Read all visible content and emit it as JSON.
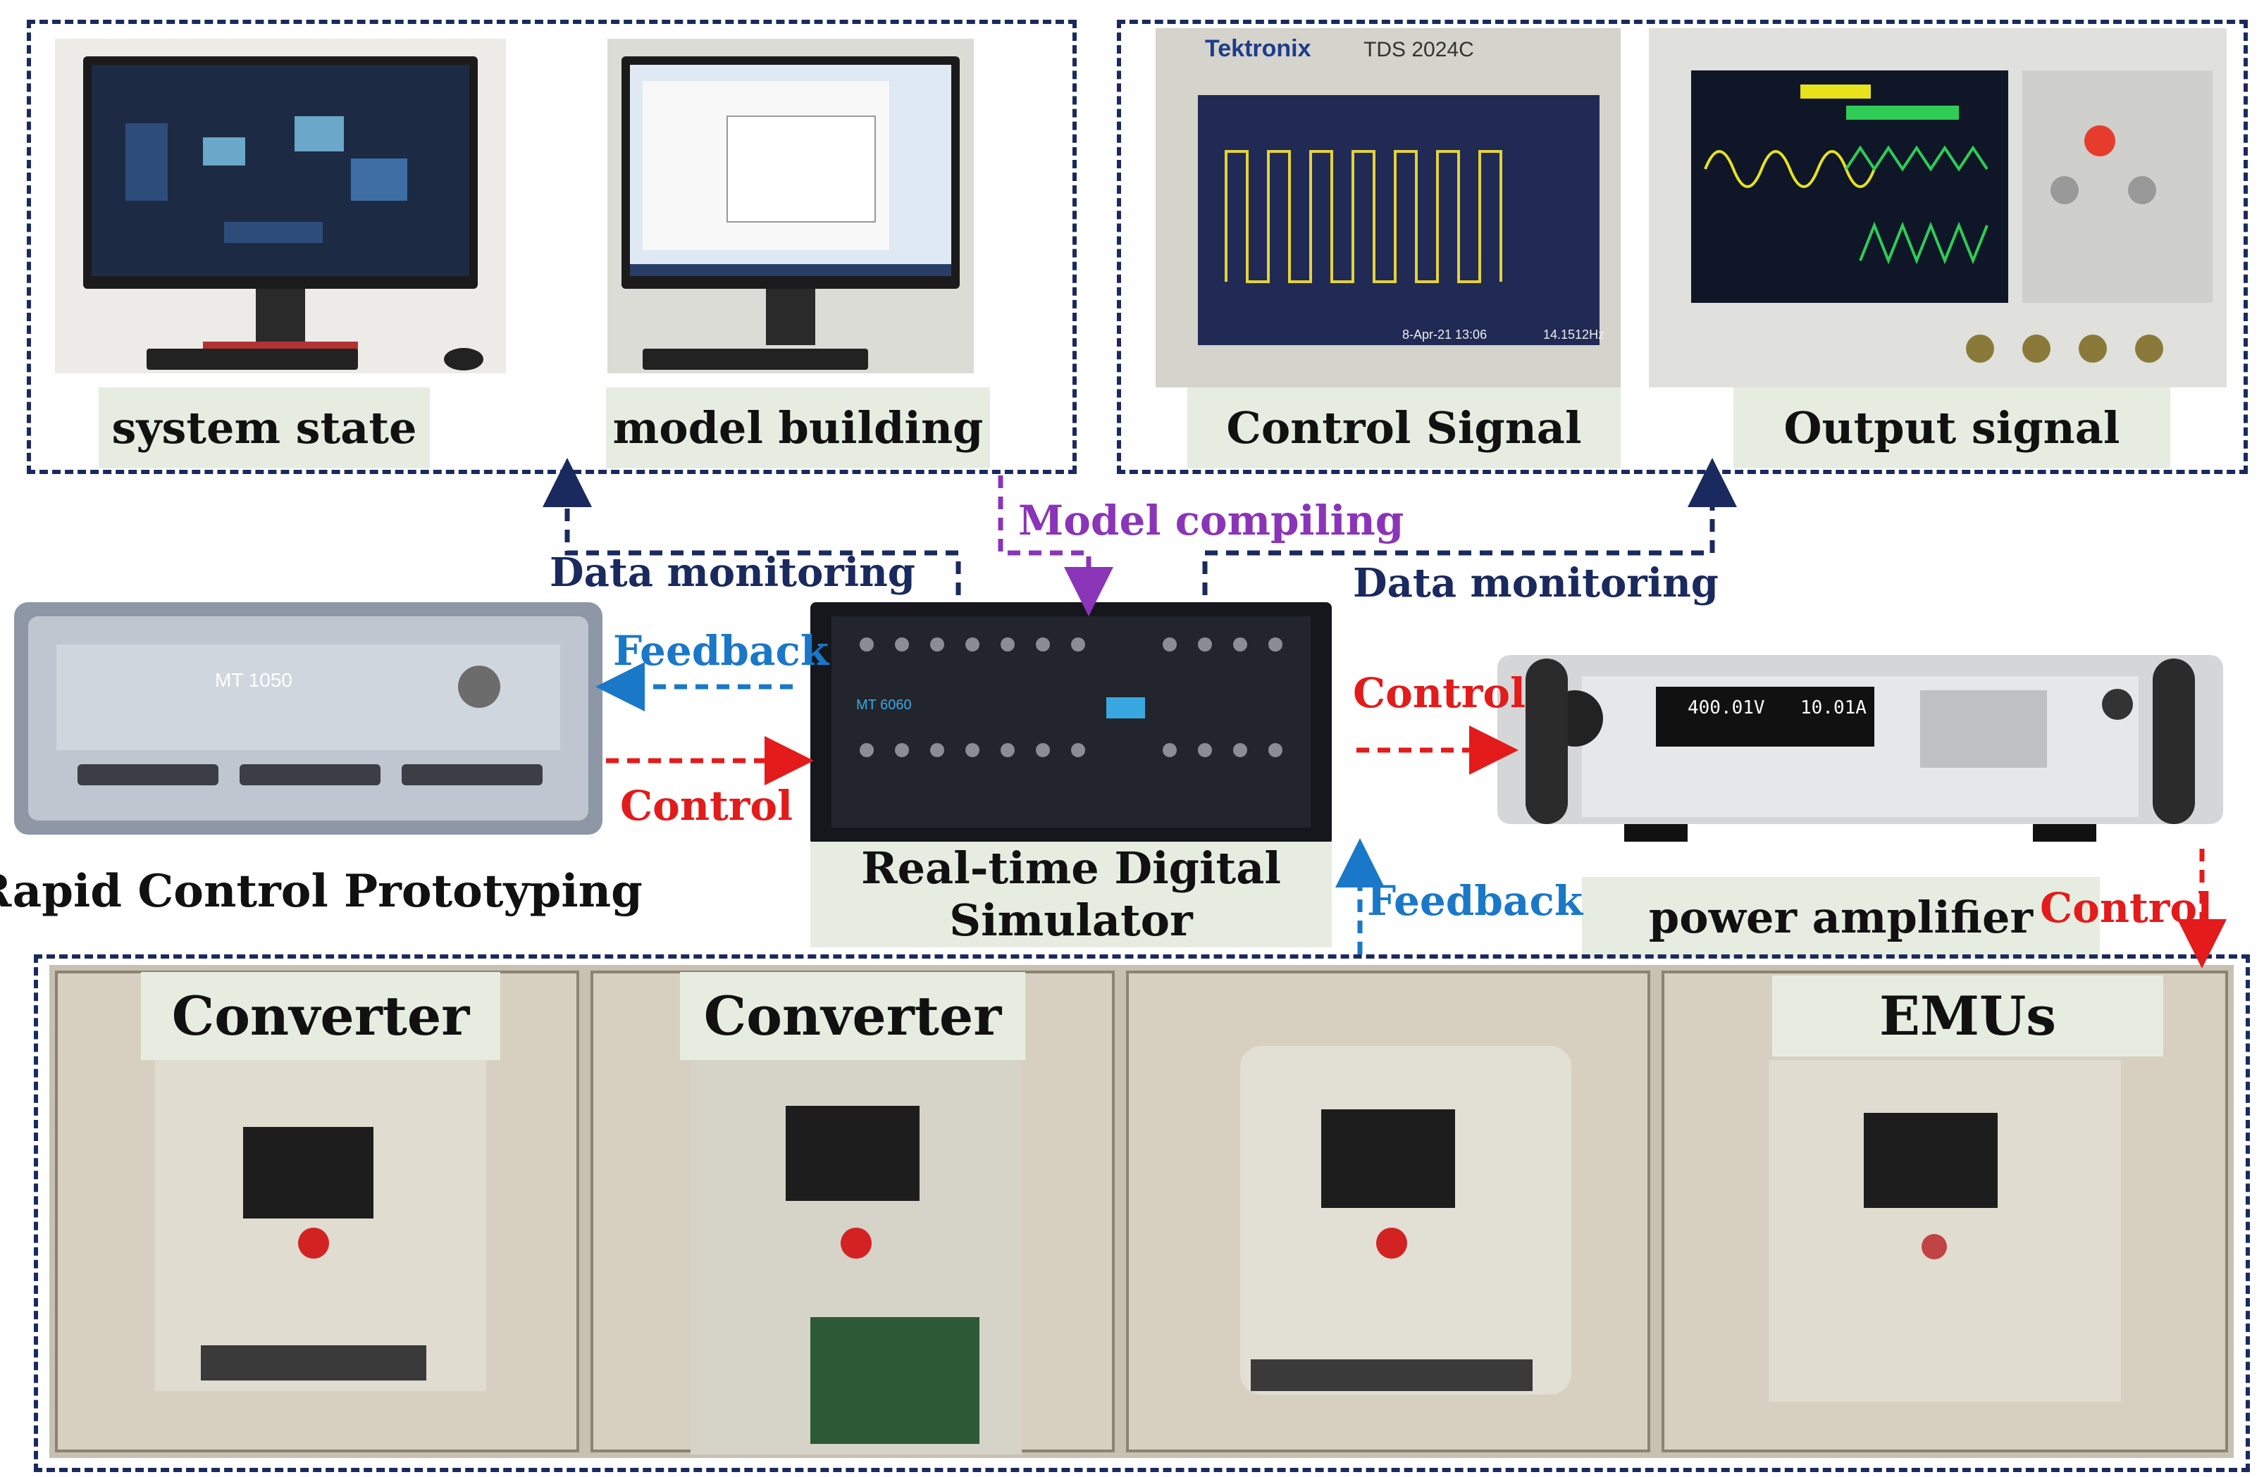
{
  "panels": {
    "monitor_left_caption": "system state",
    "monitor_right_caption": "model building",
    "scope_left_caption": "Control Signal",
    "scope_right_caption": "Output signal",
    "scope_left_brand": "Tektronix",
    "scope_left_model": "TDS 2024C",
    "scope_left_date": "8-Apr-21 13:06",
    "scope_left_freq": "14.1512Hz"
  },
  "devices": {
    "rcp_caption": "Rapid Control Prototyping",
    "rcp_model": "MT 1050",
    "simulator_caption_line1": "Real-time Digital",
    "simulator_caption_line2": "Simulator",
    "simulator_model": "MT 6060",
    "amplifier_caption": "power amplifier",
    "amplifier_voltage": "400.01V",
    "amplifier_current": "10.01A"
  },
  "flows": {
    "data_monitoring_left": "Data monitoring",
    "data_monitoring_right": "Data monitoring",
    "model_compiling": "Model compiling",
    "feedback_rcp": "Feedback",
    "control_rcp": "Control",
    "control_amp": "Control",
    "feedback_bottom": "Feedback",
    "control_bottom": "Control"
  },
  "cabinets": {
    "cab1_caption": "Converter",
    "cab2_caption": "Converter",
    "cab4_caption": "EMUs"
  },
  "colors": {
    "navy": "#1a2a5e",
    "purple": "#8a35b8",
    "blue": "#1a78c8",
    "red": "#e31b1b",
    "caption_bg": "#e6ede0"
  }
}
